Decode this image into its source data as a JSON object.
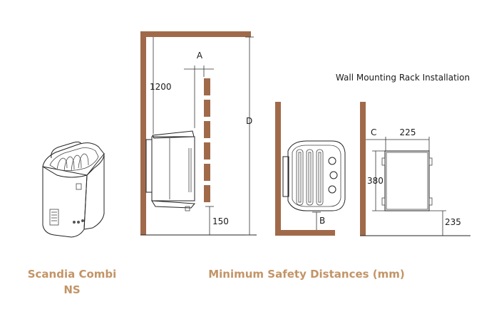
{
  "product": {
    "name_line1": "Scandia Combi",
    "name_line2": "NS"
  },
  "caption": "Minimum Safety Distances (mm)",
  "side_view": {
    "label_a": "A",
    "label_1200": "1200",
    "label_d": "D",
    "label_150": "150"
  },
  "front_view": {
    "label_b": "B"
  },
  "rack": {
    "title": "Wall Mounting Rack Installation",
    "label_c": "C",
    "label_225": "225",
    "label_380": "380",
    "label_235": "235"
  },
  "colors": {
    "wall": "#a06a4a",
    "caption": "#c39466",
    "line": "#222222"
  }
}
